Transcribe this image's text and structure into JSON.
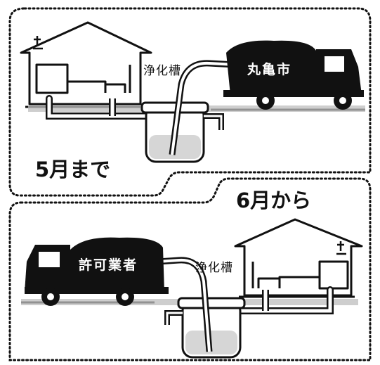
{
  "top_panel": {
    "period_label": "5月まで",
    "tank_label": "浄化槽",
    "truck_label": "丸亀市"
  },
  "bottom_panel": {
    "period_label": "6月から",
    "tank_label": "浄化槽",
    "truck_label": "許可業者"
  }
}
